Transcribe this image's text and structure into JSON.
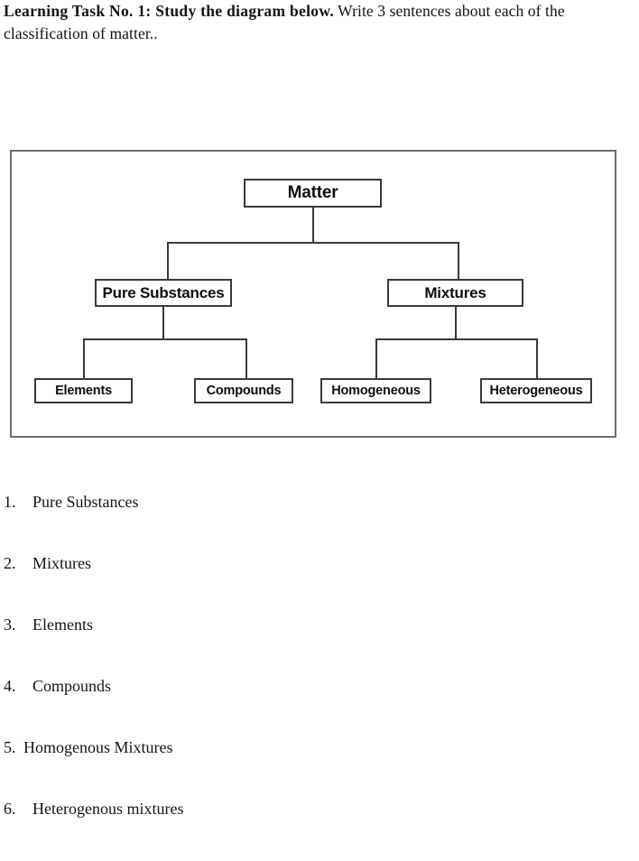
{
  "instruction": {
    "bold_part": "Learning Task No. 1:  Study the diagram below.",
    "regular_part": "  Write 3 sentences about each of the classification of matter.."
  },
  "diagram": {
    "root": {
      "label": "Matter"
    },
    "level2": [
      {
        "label": "Pure Substances"
      },
      {
        "label": "Mixtures"
      }
    ],
    "level3": [
      {
        "label": "Elements"
      },
      {
        "label": "Compounds"
      },
      {
        "label": "Homogeneous"
      },
      {
        "label": "Heterogeneous"
      }
    ]
  },
  "answer_list": [
    {
      "number": "1.",
      "text": "Pure Substances"
    },
    {
      "number": "2.",
      "text": "Mixtures"
    },
    {
      "number": "3.",
      "text": "Elements"
    },
    {
      "number": "4.",
      "text": "Compounds"
    },
    {
      "number": "5.",
      "text": "Homogenous Mixtures"
    },
    {
      "number": "6.",
      "text": "Heterogenous mixtures"
    }
  ]
}
